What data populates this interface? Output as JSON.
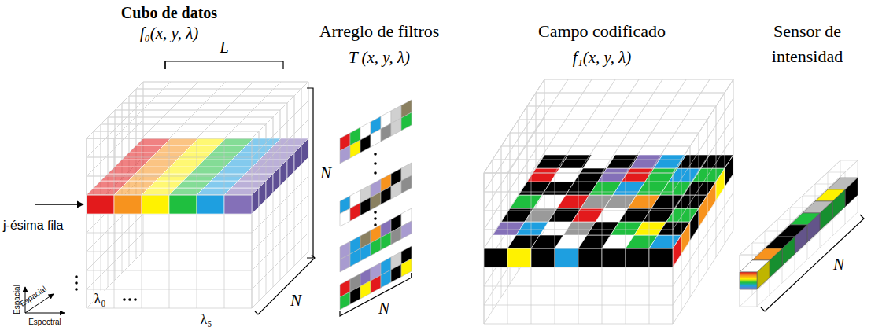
{
  "diagram": {
    "labels": [
      "Cubo de datos",
      "f₀(x, y, λ)",
      "L",
      "N",
      "j-ésima fila",
      "N",
      "λ₀",
      "λ₅",
      "Espacial",
      "Espacial",
      "Espectral",
      "Arreglo de filtros",
      "T (x, y, λ)",
      "N",
      "Campo codificado",
      "f₁(x, y, λ)",
      "Sensor de intensidad",
      "N"
    ]
  }
}
